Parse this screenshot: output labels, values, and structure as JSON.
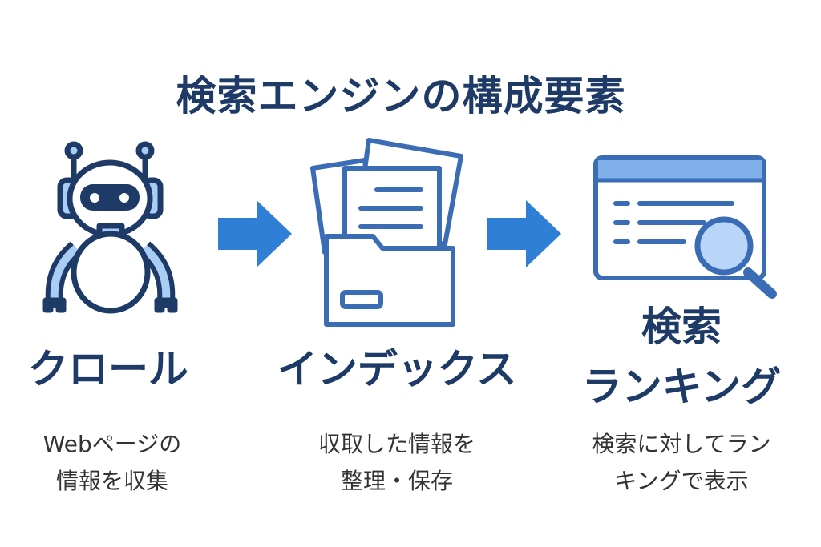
{
  "title": "検索エンジンの構成要素",
  "steps": [
    {
      "label": "クロール",
      "desc_line1": "Webページの",
      "desc_line2": "情報を収集",
      "icon": "robot-icon"
    },
    {
      "label": "インデックス",
      "desc_line1": "収取した情報を",
      "desc_line2": "整理・保存",
      "icon": "folder-documents-icon"
    },
    {
      "label_line1": "検索",
      "label_line2": "ランキング",
      "desc_line1": "検索に対してラン",
      "desc_line2": "キングで表示",
      "icon": "search-window-icon"
    }
  ],
  "colors": {
    "navy": "#1e3a66",
    "light_blue": "#a9cdf5",
    "arrow": "#2f7fd6",
    "icon_stroke": "#3a6db5"
  }
}
